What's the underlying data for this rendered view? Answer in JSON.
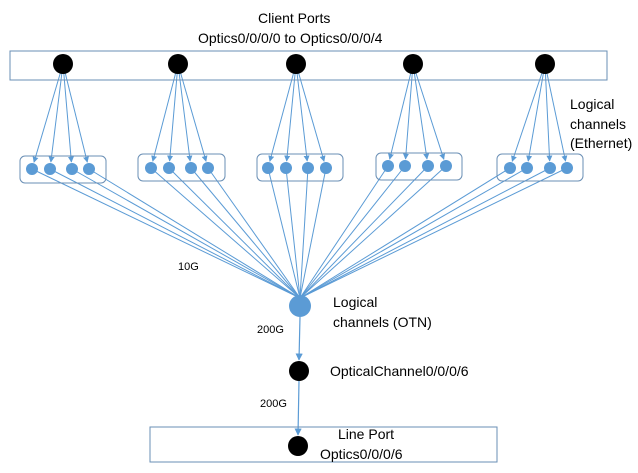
{
  "client_ports": {
    "title": "Client Ports",
    "range": "Optics0/0/0/0 to Optics0/0/0/4",
    "count": 5
  },
  "ethernet_channels": {
    "label_lines": [
      "Logical",
      "channels",
      "(Ethernet)"
    ],
    "per_port": 4
  },
  "otn": {
    "label_lines": [
      "Logical",
      "channels (OTN)"
    ],
    "in_rate": "10G",
    "out_rate": "200G"
  },
  "optical_channel": {
    "label": "OpticalChannel0/0/0/6",
    "out_rate": "200G"
  },
  "line_port": {
    "title": "Line Port",
    "name": "Optics0/0/0/6"
  },
  "colors": {
    "client_node": "#000000",
    "logical_node": "#5b9bd5",
    "line": "#5b9bd5",
    "box": "#6a8fb5"
  }
}
